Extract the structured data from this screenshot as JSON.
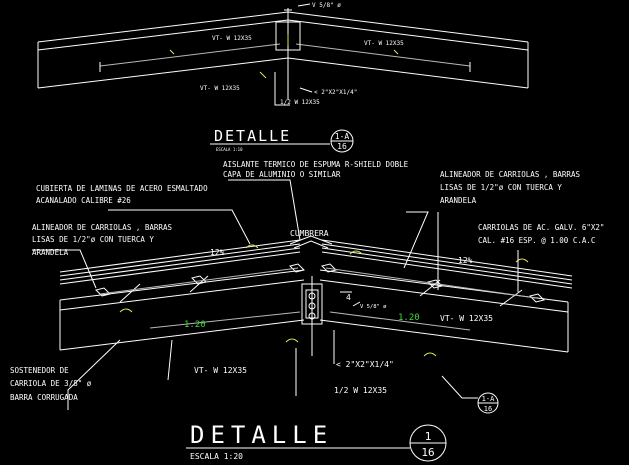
{
  "top_view": {
    "label_rafter_left": "VT- W 12X35",
    "label_rafter_right": "VT- W 12X35",
    "label_bottom_beam": "VT- W 12X35",
    "label_half_beam": "1/2 W 12X35",
    "label_angle": "< 2\"X2\"X1/4\"",
    "label_bolt": "V 5/8\" ø"
  },
  "detail_small": {
    "title": "DETALLE",
    "scale": "ESCALA 1:10",
    "ref_top": "1-A",
    "ref_bottom": "16"
  },
  "annotations": {
    "insulation": [
      "AISLANTE TERMICO DE ESPUMA R-SHIELD DOBLE",
      "CAPA DE ALUMINIO O SIMILAR"
    ],
    "roof_sheet": [
      "CUBIERTA DE LAMINAS DE ACERO ESMALTADO",
      "ACANALADO CALIBRE #26"
    ],
    "aligner_left": [
      "ALINEADOR DE CARRIOLAS , BARRAS",
      "LISAS DE 1/2\"ø CON TUERCA Y",
      "ARANDELA"
    ],
    "aligner_right": [
      "ALINEADOR DE CARRIOLAS , BARRAS",
      "LISAS DE 1/2\"ø CON TUERCA Y",
      "ARANDELA"
    ],
    "purlins": [
      "CARRIOLAS DE AC. GALV. 6\"X2\"",
      "CAL. #16 ESP. @ 1.00 C.A.C"
    ],
    "ridge": "CUMBRERA",
    "slope_left": "12%",
    "slope_right": "12%",
    "dim_left": "1.20",
    "dim_right": "1.20",
    "beam_right": "VT- W 12X35",
    "beam_left": "VT- W 12X35",
    "angle": "< 2\"X2\"X1/4\"",
    "half_beam": "1/2 W 12X35",
    "bolt_count": "4",
    "bolt": "V 5/8\" ø",
    "support_rod": [
      "SOSTENEDOR DE",
      "CARRIOLA DE 3/8\" ø",
      "BARRA CORRUGADA"
    ],
    "section_ref_top": "1-A",
    "section_ref_bottom": "16"
  },
  "detail_main": {
    "title": "DETALLE",
    "scale": "ESCALA 1:20",
    "ref_top": "1",
    "ref_bottom": "16"
  }
}
